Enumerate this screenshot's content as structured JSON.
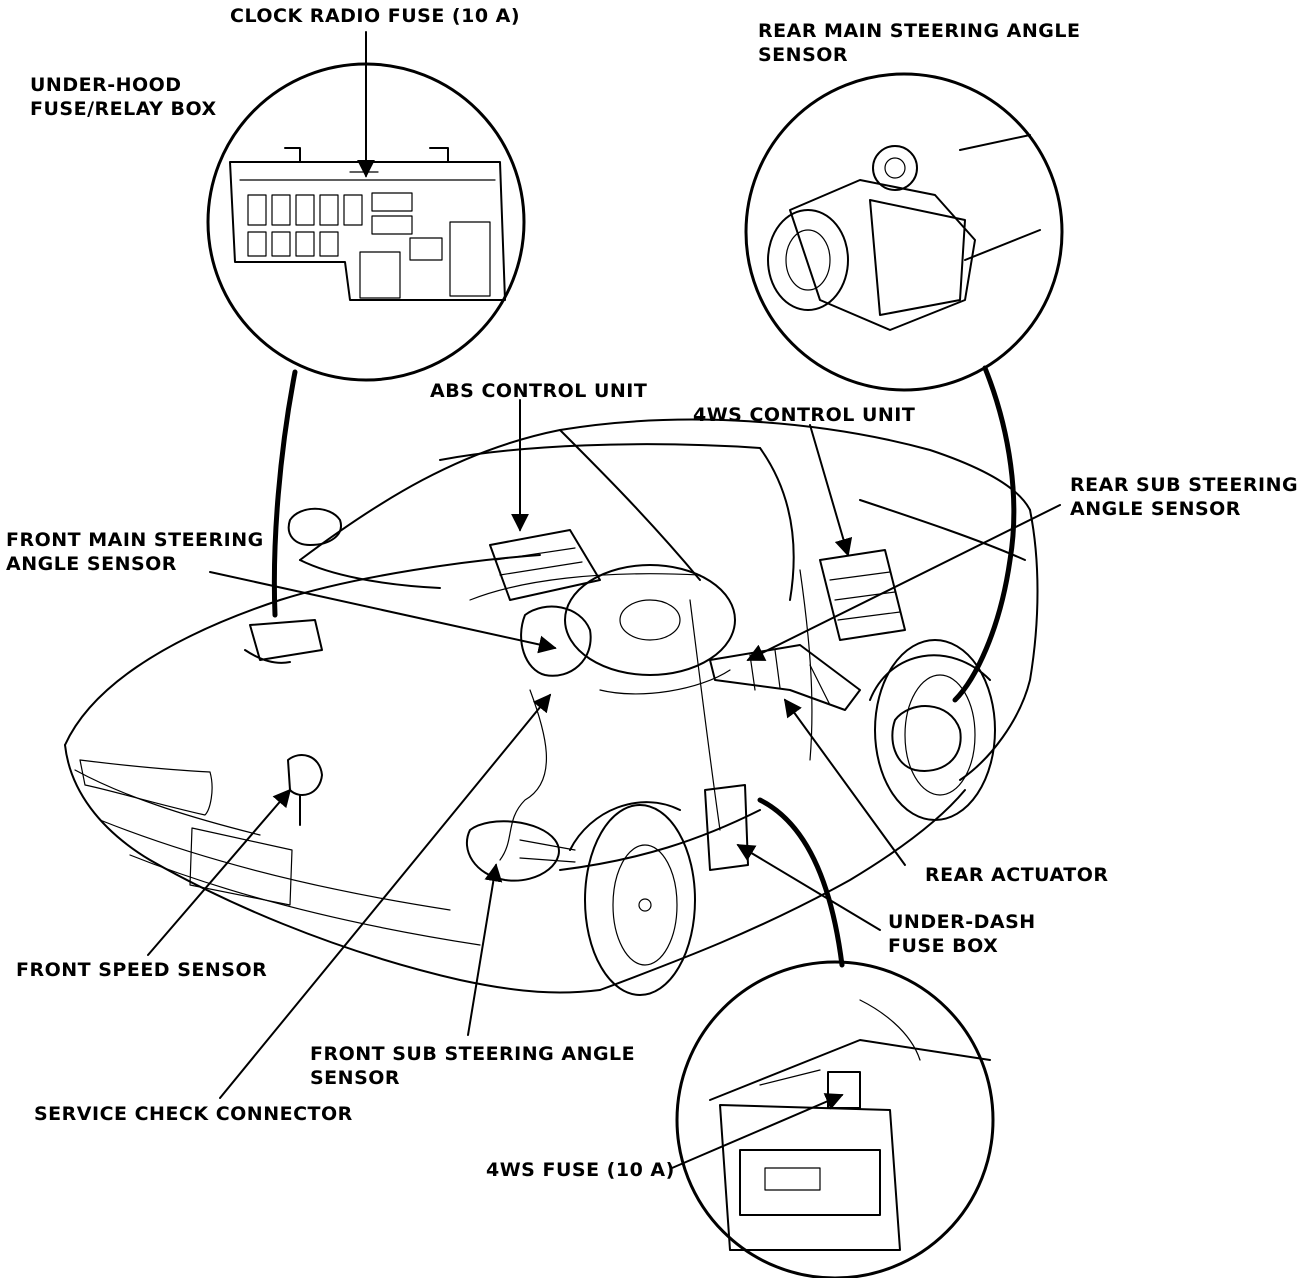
{
  "labels": {
    "clock_radio_fuse": "CLOCK RADIO FUSE (10 A)",
    "under_hood_box_line1": "UNDER-HOOD",
    "under_hood_box_line2": "FUSE/RELAY BOX",
    "rear_main_sensor_line1": "REAR MAIN STEERING ANGLE",
    "rear_main_sensor_line2": "SENSOR",
    "abs_control_unit": "ABS CONTROL UNIT",
    "fourws_control_unit": "4WS CONTROL UNIT",
    "rear_sub_sensor_line1": "REAR SUB STEERING",
    "rear_sub_sensor_line2": "ANGLE SENSOR",
    "front_main_sensor_line1": "FRONT MAIN STEERING",
    "front_main_sensor_line2": "ANGLE SENSOR",
    "rear_actuator": "REAR ACTUATOR",
    "under_dash_box_line1": "UNDER-DASH",
    "under_dash_box_line2": "FUSE BOX",
    "front_speed_sensor": "FRONT SPEED SENSOR",
    "front_sub_sensor_line1": "FRONT SUB STEERING ANGLE",
    "front_sub_sensor_line2": "SENSOR",
    "service_check_connector": "SERVICE CHECK CONNECTOR",
    "fourws_fuse": "4WS FUSE (10 A)"
  }
}
